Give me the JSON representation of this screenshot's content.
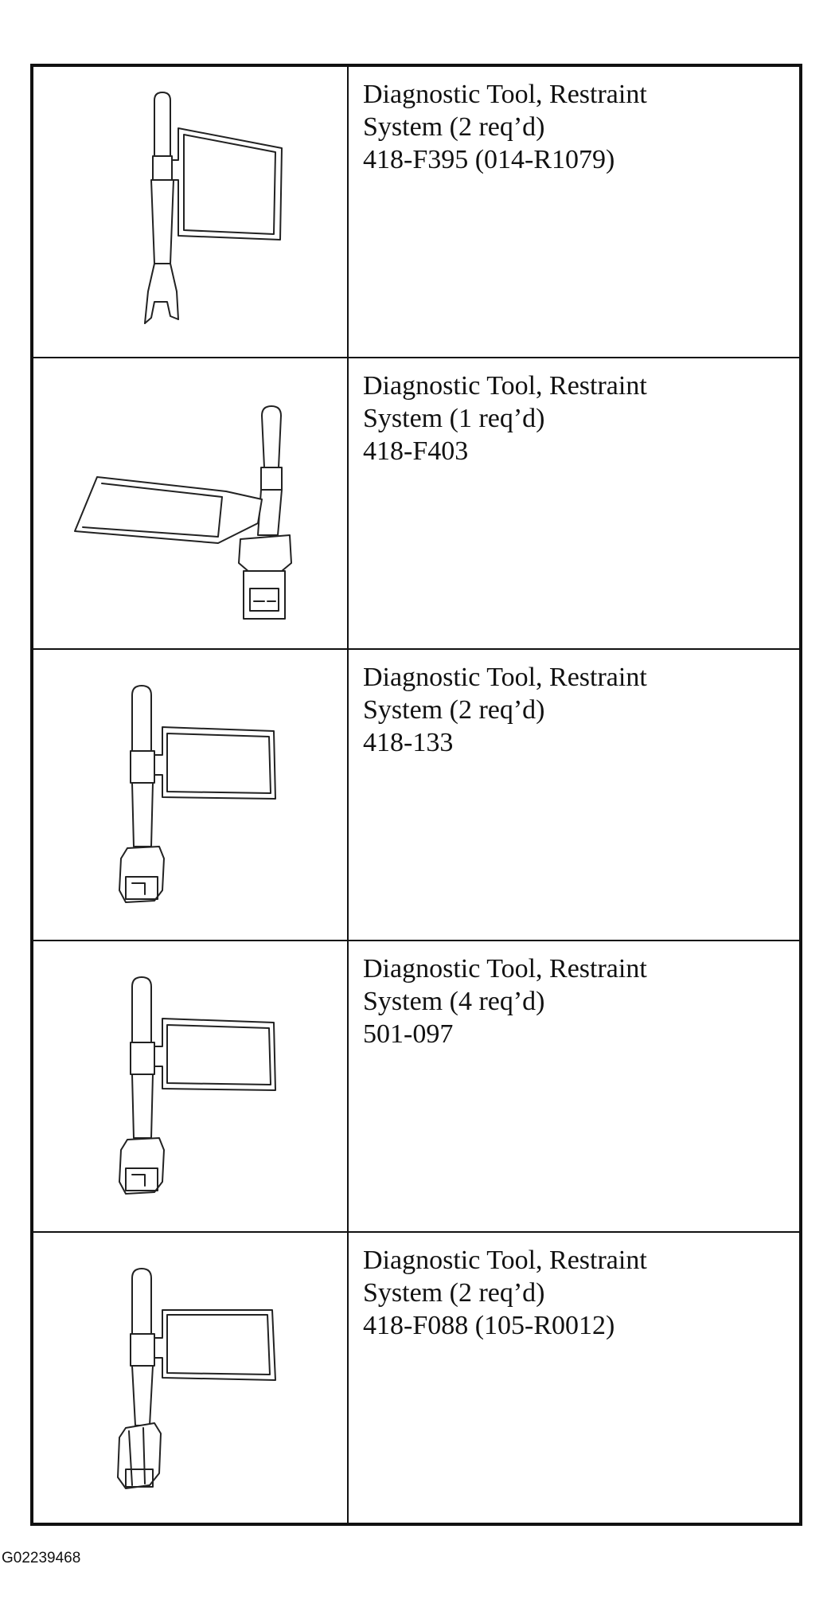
{
  "tools": [
    {
      "name": "Diagnostic Tool, Restraint",
      "qty": "System (2 req’d)",
      "part": "418-F395 (014-R1079)",
      "icon": "probe-fork-tip-icon"
    },
    {
      "name": "Diagnostic Tool, Restraint",
      "qty": "System (1 req’d)",
      "part": "418-F403",
      "icon": "probe-connector-left-tag-icon"
    },
    {
      "name": "Diagnostic Tool, Restraint",
      "qty": "System (2 req’d)",
      "part": "418-133",
      "icon": "probe-connector-icon"
    },
    {
      "name": "Diagnostic Tool, Restraint",
      "qty": "System (4 req’d)",
      "part": "501-097",
      "icon": "probe-connector-icon"
    },
    {
      "name": "Diagnostic Tool, Restraint",
      "qty": "System (2 req’d)",
      "part": "418-F088 (105-R0012)",
      "icon": "probe-connector-angled-icon"
    }
  ],
  "figure_id": "G02239468"
}
